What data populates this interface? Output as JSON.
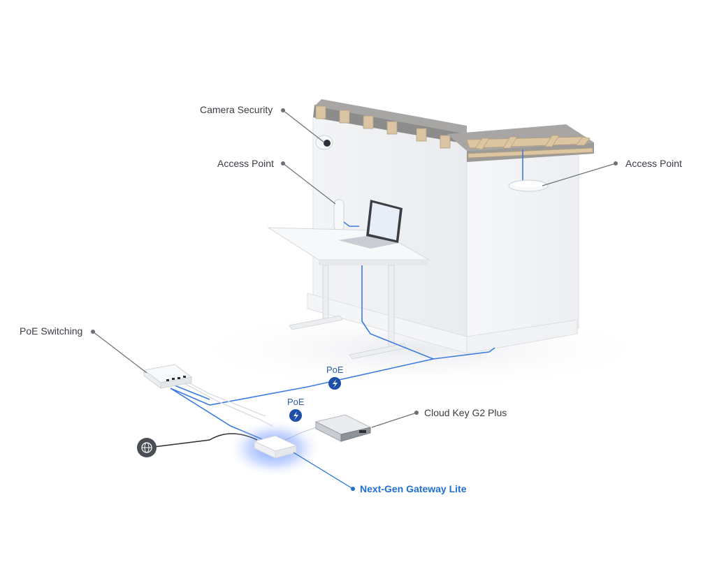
{
  "labels": {
    "camera_security": "Camera Security",
    "access_point_wall": "Access Point",
    "access_point_ceiling": "Access Point",
    "poe_switching": "PoE Switching",
    "cloud_key": "Cloud Key G2 Plus",
    "gateway": "Next-Gen Gateway Lite",
    "poe_1": "PoE",
    "poe_2": "PoE"
  },
  "icons": {
    "internet": "globe-icon",
    "poe_badge": "lightning-bolt-icon"
  },
  "colors": {
    "cable_blue": "#3b7be0",
    "accent_blue": "#1f6fd1",
    "wall": "#eef0f3",
    "wood": "#d9c4a3",
    "label_text": "#3a3d44"
  }
}
